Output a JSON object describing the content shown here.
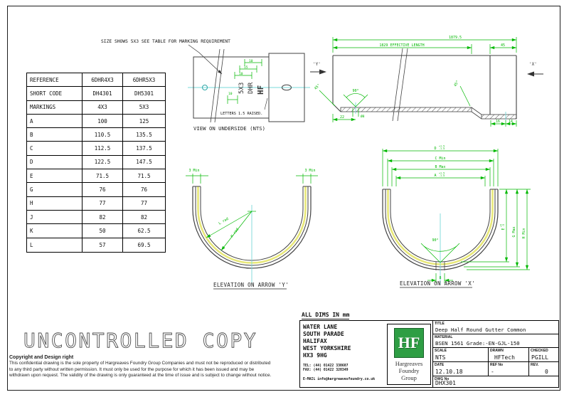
{
  "page": {
    "watermark": "UNCONTROLLED COPY",
    "all_dims_note": "ALL DIMS IN mm"
  },
  "marking_note": {
    "text": "SIZE SHOWS 5X3 SEE TABLE FOR MARKING REQUIREMENT"
  },
  "size_table": {
    "rows": [
      {
        "label": "REFERENCE",
        "v1": "6DHR4X3",
        "v2": "6DHR5X3"
      },
      {
        "label": "SHORT CODE",
        "v1": "DH4301",
        "v2": "DH5301"
      },
      {
        "label": "MARKINGS",
        "v1": "4X3",
        "v2": "5X3"
      },
      {
        "label": "A",
        "v1": "100",
        "v2": "125"
      },
      {
        "label": "B",
        "v1": "110.5",
        "v2": "135.5"
      },
      {
        "label": "C",
        "v1": "112.5",
        "v2": "137.5"
      },
      {
        "label": "D",
        "v1": "122.5",
        "v2": "147.5"
      },
      {
        "label": "E",
        "v1": "71.5",
        "v2": "71.5"
      },
      {
        "label": "G",
        "v1": "76",
        "v2": "76"
      },
      {
        "label": "H",
        "v1": "77",
        "v2": "77"
      },
      {
        "label": "J",
        "v1": "82",
        "v2": "82"
      },
      {
        "label": "K",
        "v1": "50",
        "v2": "62.5"
      },
      {
        "label": "L",
        "v1": "57",
        "v2": "69.5"
      }
    ]
  },
  "underside": {
    "caption": "VIEW ON UNDERSIDE (NTS)",
    "letters_note": "LETTERS 1.5 RAISED.",
    "marking_size": "5X3",
    "marking_code": "DHR",
    "marking_logo": "HF",
    "dim_a": "10",
    "dim_b": "15",
    "dim_c": "10",
    "dim_d": "10"
  },
  "plan": {
    "view_arrow_left": "'Y'",
    "view_arrow_right": "'X'",
    "dim_overall": "1879.5",
    "dim_effective": "1829 EFFECTIVE LENGTH",
    "dim_socket": "45",
    "angle_left": "45°",
    "angle_mid": "90°",
    "angle_right": "45°",
    "dim_hole": "Ø8",
    "dim_end_offset": "22",
    "dim_socket_a": "16",
    "dim_socket_b": "14"
  },
  "elev_y": {
    "caption": "ELEVATION ON ARROW 'Y'",
    "thickness_left": "3 Min",
    "thickness_right": "3 Min",
    "radius_outer": "L rad",
    "radius_inner": "K rad"
  },
  "elev_x": {
    "caption": "ELEVATION ON ARROW 'X'",
    "dim_d": "D",
    "dim_d_tol_plus": "+1.5",
    "dim_d_tol_minus": "-1.5",
    "dim_c": "C Min",
    "dim_b": "B Max",
    "dim_a": "A",
    "dim_a_tol_plus": "+1.5",
    "dim_a_tol_minus": "-1.5",
    "dim_e": "E",
    "dim_e_tol_plus": "+5",
    "dim_e_tol_minus": "-5",
    "dim_g": "G Max",
    "dim_h": "H Min",
    "angle_bottom": "90°",
    "dim_outlet": "8"
  },
  "copyright": {
    "heading": "Copyright and Design right",
    "line1": "This confidential drawing is the sole property of Hargreaves Foundry Group Companies and must not be reproduced or distributed",
    "line2": "to any third party without written permission. It must only be used for the purpose for which it has been issued and may be",
    "line3": "withdrawn upon request. The validity of the drawing is only guaranteed at the time of issue and is subject to change without notice."
  },
  "title_block": {
    "address": [
      "WATER LANE",
      "SOUTH PARADE",
      "HALIFAX",
      "WEST YORKSHIRE",
      "HX3 9HG"
    ],
    "tel": "TEL: (44) 01422 330607",
    "fax": "FAX: (44) 01422 320349",
    "email": "E-MAIL  info@hargreavesfoundry.co.uk",
    "logo": {
      "initials": "HF",
      "line1": "Hargreaves",
      "line2": "Foundry",
      "line3": "Group"
    },
    "title_label": "TITLE",
    "title_value": "Deep Half Round Gutter Common",
    "material_label": "MATERIAL",
    "material_value": "BSEN 1561 Grade:-EN-GJL-150",
    "scale_label": "SCALE",
    "scale_value": "NTS",
    "drawn_label": "DRAWN",
    "drawn_value": "HFTech",
    "checked_label": "CHECKED",
    "checked_value": "PGILL",
    "date_label": "DATE",
    "date_value": "12.10.18",
    "ref_label": "REF No",
    "ref_value": "-",
    "rev_label": "REV.",
    "rev_value": "0",
    "dwg_label": "DWG No",
    "dwg_value": "DHX301"
  },
  "colors": {
    "dimension_green": "#00b800",
    "centerline_cyan": "#7ad8d8",
    "highlight_yellow": "#e8e87a",
    "logo_green": "#2e9e44"
  }
}
